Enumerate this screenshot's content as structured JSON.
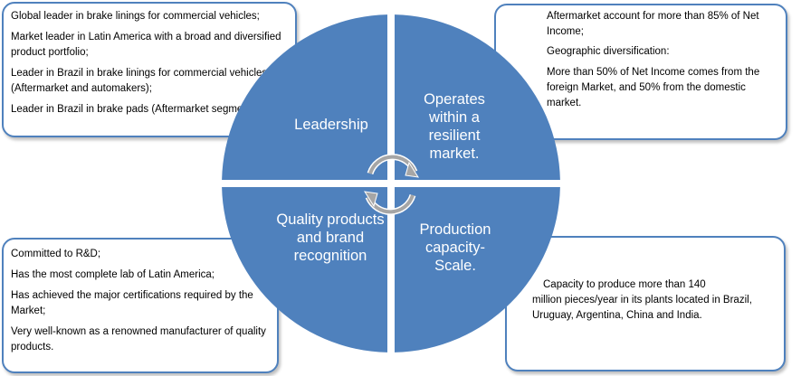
{
  "quadrants": {
    "top_left": "Leadership",
    "top_right": "Operates within a resilient market.",
    "bottom_left": "Quality products and brand recognition",
    "bottom_right": "Production capacity-Scale."
  },
  "boxes": {
    "top_left": [
      "Global leader in brake linings for commercial vehicles;",
      "Market leader in Latin America with a broad and diversified product portfolio;",
      "Leader in Brazil in brake linings for commercial vehicles (Aftermarket and automakers);",
      "Leader in Brazil in brake pads (Aftermarket segment)."
    ],
    "top_right": [
      "Aftermarket account for more than 85% of Net Income;",
      "Geographic diversification:",
      "More than 50% of Net Income comes from the foreign Market, and 50% from the domestic market."
    ],
    "bottom_left": [
      "Committed to R&D;",
      "Has the most complete lab of Latin America;",
      "Has achieved the major certifications required by the Market;",
      "Very well-known as a renowned manufacturer of quality products."
    ],
    "bottom_right": [
      "Capacity to produce more than 140",
      "million pieces/year in its plants located in Brazil, Uruguay, Argentina, China and India."
    ]
  },
  "colors": {
    "quadrant_fill": "#4f81bd",
    "box_border": "#4f81bd",
    "label_text": "#ffffff"
  },
  "icons": [
    "cycle-arrows-icon"
  ]
}
